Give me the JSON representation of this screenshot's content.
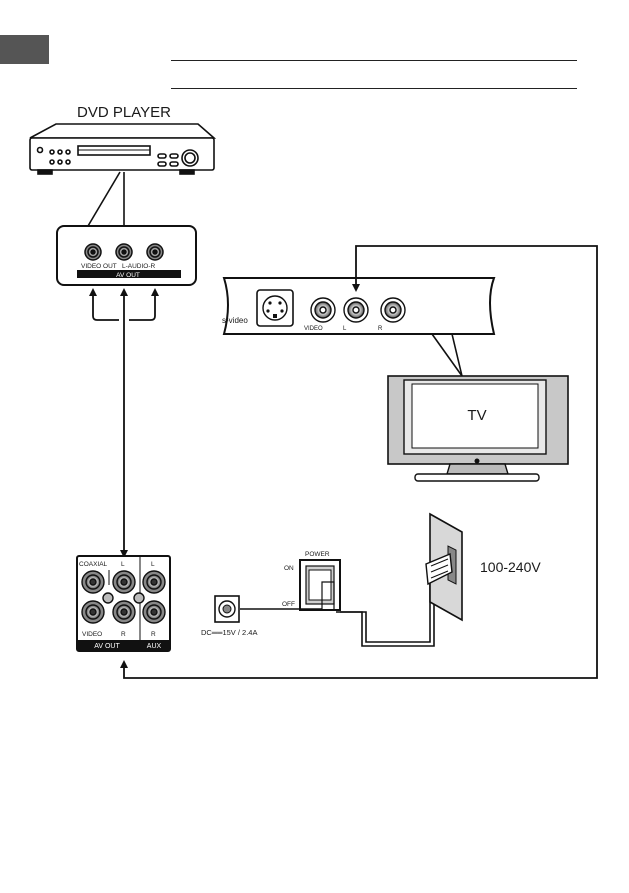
{
  "page": {
    "tab_color": "#555555"
  },
  "diagram": {
    "dvd_player_label": "DVD PLAYER",
    "dvd_panel": {
      "video_out": "VIDEO OUT",
      "audio": "L-AUDIO-R",
      "av_out": "AV OUT"
    },
    "tv_panel": {
      "svideo": "s-video",
      "video": "VIDEO",
      "l": "L",
      "r": "R"
    },
    "tv_label": "TV",
    "device_panel": {
      "coaxial": "COAXIAL",
      "l1": "L",
      "l2": "L",
      "video": "VIDEO",
      "r1": "R",
      "r2": "R",
      "av_out": "AV OUT",
      "aux": "AUX"
    },
    "power": {
      "label": "POWER",
      "on": "ON",
      "off": "OFF"
    },
    "dc_label": "DC══15V / 2.4A",
    "voltage": "100-240V"
  }
}
